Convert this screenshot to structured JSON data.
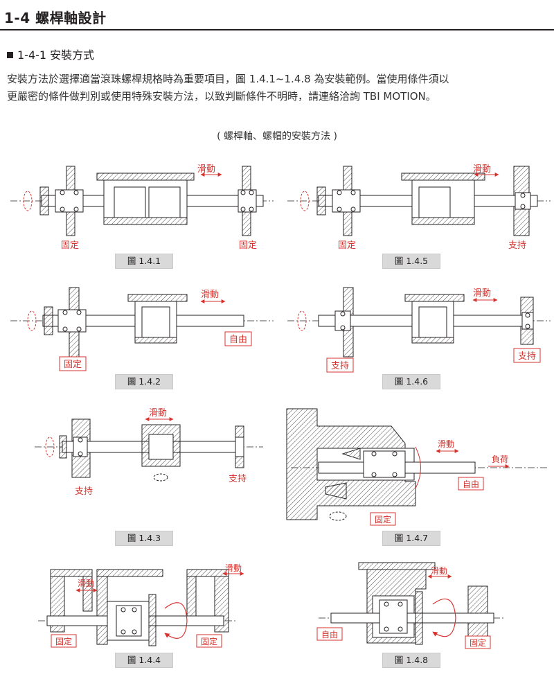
{
  "page": {
    "title": "1-4 螺桿軸設計",
    "section": "1-4-1 安裝方式",
    "intro_line1": "安裝方法於選擇適當滾珠螺桿規格時為重要項目，圖 1.4.1~1.4.8 為安裝範例。當使用條件須以",
    "intro_line2": "更嚴密的條件做判別或使用特殊安裝方法，以致判斷條件不明時，請連絡洽詢 TBI MOTION。",
    "diagram_caption": "( 螺桿軸、螺帽的安裝方法 )"
  },
  "figures": {
    "f141": {
      "label": "圖 1.4.1",
      "left_support": "固定",
      "right_support": "固定",
      "nut": "滑動"
    },
    "f142": {
      "label": "圖 1.4.2",
      "left_support": "固定",
      "right_end": "自由",
      "nut": "滑動"
    },
    "f143": {
      "label": "圖 1.4.3",
      "left_support": "支持",
      "right_support": "支持",
      "nut": "滑動"
    },
    "f144": {
      "label": "圖 1.4.4",
      "left_support": "固定",
      "right_support": "固定",
      "nut": "滑動"
    },
    "f145": {
      "label": "圖 1.4.5",
      "left_support": "固定",
      "right_support": "支持",
      "nut": "滑動"
    },
    "f146": {
      "label": "圖 1.4.6",
      "left_support": "支持",
      "right_support": "支持",
      "nut": "滑動"
    },
    "f147": {
      "label": "圖 1.4.7",
      "left_support": "固定",
      "right_end": "自由",
      "nut": "滑動",
      "load": "負荷"
    },
    "f148": {
      "label": "圖 1.4.8",
      "left_end": "自由",
      "right_support": "固定",
      "nut": "滑動"
    }
  },
  "colors": {
    "accent_red": "#d6332e",
    "figure_box": "#d9d9d9",
    "text": "#231f20"
  }
}
